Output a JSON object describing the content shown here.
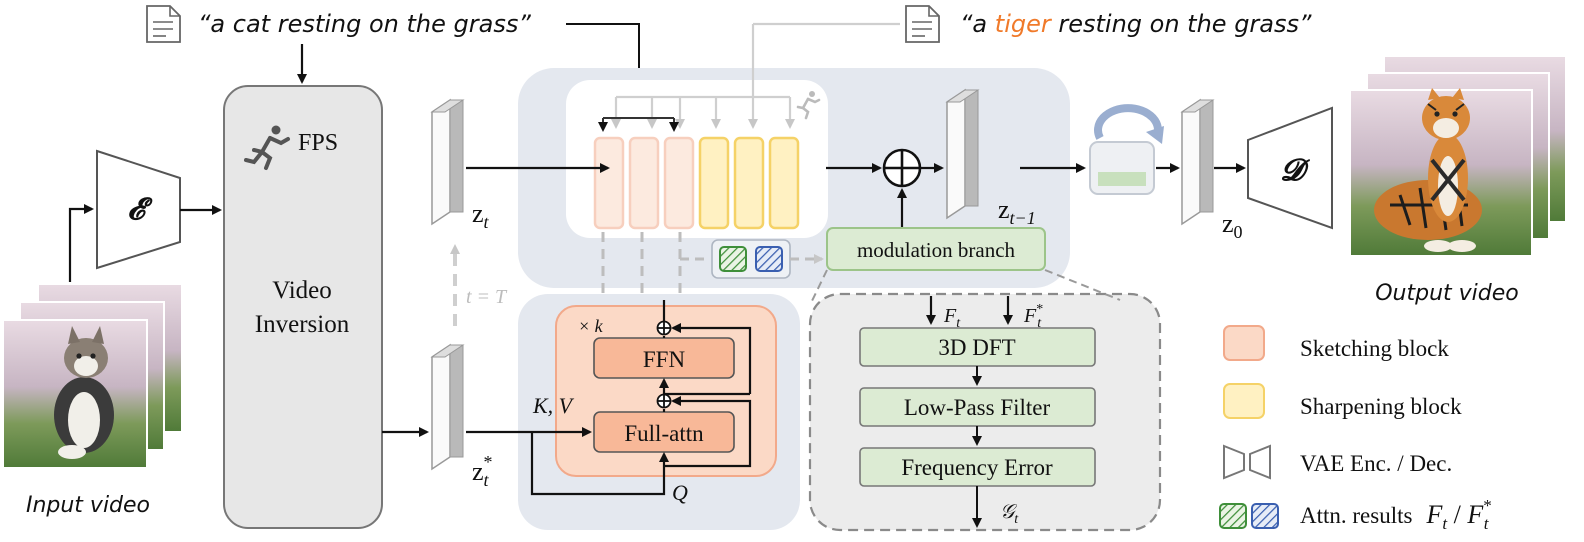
{
  "prompts": {
    "source_text": "“a cat resting on the grass”",
    "target_prefix": "“a ",
    "target_word": "tiger",
    "target_suffix": " resting on the grass”"
  },
  "labels": {
    "input_video": "Input video",
    "output_video": "Output video",
    "encoder": "𝓔",
    "decoder": "𝓓",
    "fps": "FPS",
    "video_inversion_line1": "Video",
    "video_inversion_line2": "Inversion",
    "z_t": "z",
    "z_t_sub": "t",
    "z_t_star": "z",
    "z_t_star_sub": "t",
    "z_t_star_sup": "*",
    "z_tm1": "z",
    "z_tm1_sub": "t−1",
    "z_0": "z",
    "z_0_sub": "0",
    "t_eq_T": "t = T",
    "times_k": "× k",
    "kv": "K, V",
    "q": "Q",
    "ffn": "FFN",
    "full_attn": "Full-attn",
    "modulation_branch": "modulation branch",
    "f_t": "F",
    "f_t_sub": "t",
    "f_t_star": "F",
    "f_t_star_sub": "t",
    "f_t_star_sup": "*",
    "dft": "3D DFT",
    "low_pass": "Low-Pass Filter",
    "freq_error": "Frequency Error",
    "g_t": "𝒢",
    "g_t_sub": "t"
  },
  "legend": {
    "sketching": "Sketching block",
    "sharpening": "Sharpening block",
    "vae": "VAE Enc. / Dec.",
    "attn_prefix": "Attn. results",
    "attn_f": "F",
    "attn_f_sub": "t",
    "attn_slash": " / ",
    "attn_fstar": "F",
    "attn_fstar_sub": "t",
    "attn_fstar_sup": "*"
  },
  "colors": {
    "sketch_fill": "#fbd9c6",
    "sketch_stroke": "#f2a98a",
    "sharp_fill": "#fff1c2",
    "sharp_stroke": "#f5d267",
    "green_fill": "#dcebd3",
    "green_stroke": "#9cc489",
    "panel_gray": "#e4e8ef",
    "tiger_orange": "#f07a2a",
    "green_hatch": "#3f8f3a",
    "blue_hatch": "#3a5fb0"
  },
  "icons": [
    "document-icon",
    "running-person-icon",
    "cycle-arrow-icon",
    "plus-circle-icon"
  ]
}
